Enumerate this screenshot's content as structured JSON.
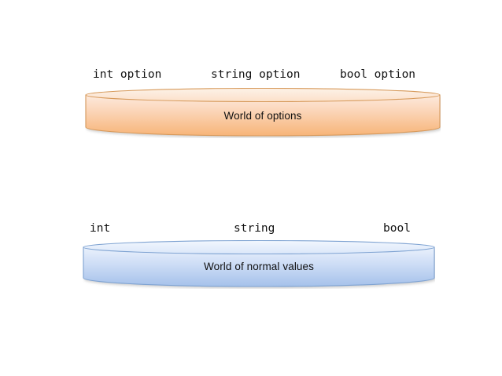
{
  "slide": {
    "background_color": "#ffffff",
    "diagram_type": "two-cylinder type-world comparison"
  },
  "options_world": {
    "caption": "World of options",
    "fill_top_color": "#fdead9",
    "fill_bottom_color": "#f6b477",
    "border_color": "#d79a5b",
    "type_labels": [
      {
        "text": "int option"
      },
      {
        "text": "string option"
      },
      {
        "text": "bool option"
      }
    ]
  },
  "values_world": {
    "caption": "World of normal values",
    "fill_top_color": "#e6eefb",
    "fill_bottom_color": "#a6c2ea",
    "border_color": "#7fa3d2",
    "type_labels": [
      {
        "text": "int"
      },
      {
        "text": "string"
      },
      {
        "text": "bool"
      }
    ]
  }
}
